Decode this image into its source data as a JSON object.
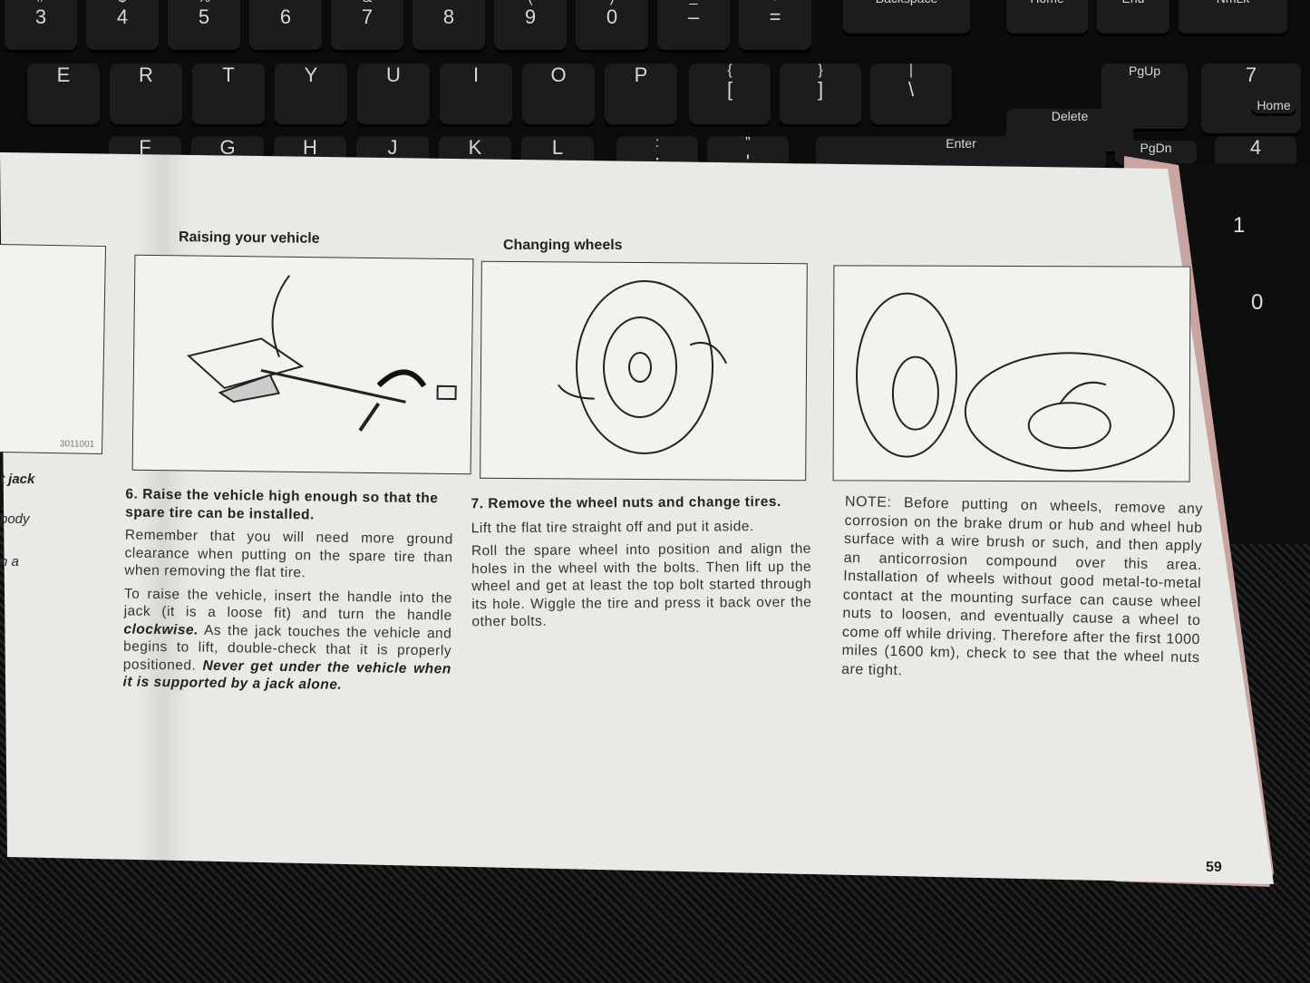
{
  "keyboard": {
    "row1": [
      {
        "top": "#",
        "main": "3"
      },
      {
        "top": "$",
        "main": "4"
      },
      {
        "top": "%",
        "main": "5"
      },
      {
        "top": "^",
        "main": "6"
      },
      {
        "top": "&",
        "main": "7"
      },
      {
        "top": "*",
        "main": "8"
      },
      {
        "top": "(",
        "main": "9"
      },
      {
        "top": ")",
        "main": "0"
      },
      {
        "top": "_",
        "main": "–"
      },
      {
        "top": "+",
        "main": "="
      }
    ],
    "row1_special": [
      "Backspace",
      "Home",
      "End",
      "NmLk"
    ],
    "row2": [
      "E",
      "R",
      "T",
      "Y",
      "U",
      "I",
      "O",
      "P"
    ],
    "row2_brackets": [
      {
        "top": "{",
        "main": "["
      },
      {
        "top": "}",
        "main": "]"
      },
      {
        "top": "|",
        "main": "\\"
      }
    ],
    "row2_special": {
      "pgup": "PgUp",
      "num7": "7",
      "num7_sub": "Home",
      "delete": "Delete"
    },
    "row3": [
      "F",
      "G",
      "H",
      "J",
      "K",
      "L"
    ],
    "row3_punct": [
      {
        "top": ":",
        "main": ";"
      },
      {
        "top": "\"",
        "main": "'"
      }
    ],
    "row3_special": {
      "enter": "Enter",
      "pgdn": "PgDn",
      "num4": "4",
      "num1": "1",
      "num0": "0"
    }
  },
  "left_page": {
    "figure_code": "3011001",
    "fragments": [
      "t jack",
      "body",
      "n a"
    ]
  },
  "manual": {
    "page_number": "59",
    "col1": {
      "heading": "Raising your vehicle",
      "step": "6. Raise the vehicle high enough so that the spare tire can be installed.",
      "para1": "Remember that you will need more ground clearance when putting on the spare tire than when removing the flat tire.",
      "para2_a": "To raise the vehicle, insert the handle into the jack (it is a loose fit) and turn the handle",
      "para2_b": "clockwise.",
      "para2_c": "As the jack touches the vehicle and begins to lift, double-check that it is properly positioned.",
      "para2_d": "Never get under the vehicle when it is supported by a jack alone."
    },
    "col2": {
      "heading": "Changing wheels",
      "step": "7. Remove the wheel nuts and change tires.",
      "para1": "Lift the flat tire straight off and put it aside.",
      "para2": "Roll the spare wheel into position and align the holes in the wheel with the bolts. Then lift up the wheel and get at least the top bolt started through its hole. Wiggle the tire and press it back over the other bolts."
    },
    "col3": {
      "note": "NOTE: Before putting on wheels, remove any corrosion on the brake drum or hub and wheel hub surface with a wire brush or such, and then apply an anticorrosion compound over this area. Installation of wheels without good metal-to-metal contact at the mounting surface can cause wheel nuts to loosen, and eventually cause a wheel to come off while driving. Therefore after the first 1000 miles (1600 km), check to see that the wheel nuts are tight."
    }
  }
}
